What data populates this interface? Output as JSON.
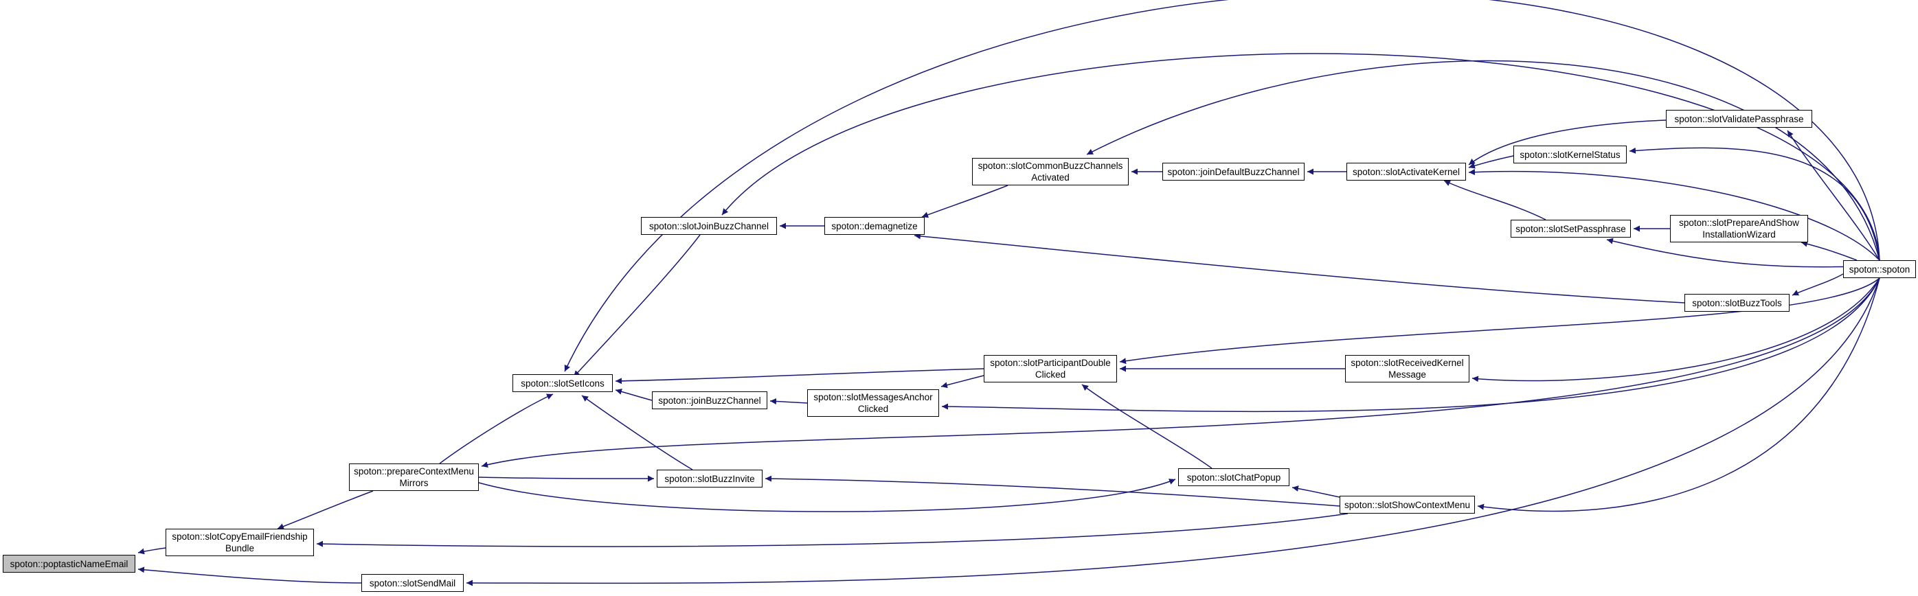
{
  "colors": {
    "edge": "#191970",
    "node_border": "#000000",
    "root_fill": "#bfbfbf",
    "node_fill": "#ffffff"
  },
  "nodes": [
    {
      "id": "n1",
      "label": "spoton::poptasticNameEmail",
      "root": true
    },
    {
      "id": "n2",
      "label": "spoton::slotCopyEmailFriendship\nBundle"
    },
    {
      "id": "n3",
      "label": "spoton::slotSendMail"
    },
    {
      "id": "n4",
      "label": "spoton::prepareContextMenu\nMirrors"
    },
    {
      "id": "n5",
      "label": "spoton::slotSetIcons"
    },
    {
      "id": "n6",
      "label": "spoton::slotBuzzInvite"
    },
    {
      "id": "n7",
      "label": "spoton::joinBuzzChannel"
    },
    {
      "id": "n8",
      "label": "spoton::slotJoinBuzzChannel"
    },
    {
      "id": "n9",
      "label": "spoton::demagnetize"
    },
    {
      "id": "n10",
      "label": "spoton::slotMessagesAnchor\nClicked"
    },
    {
      "id": "n11",
      "label": "spoton::slotCommonBuzzChannels\nActivated"
    },
    {
      "id": "n12",
      "label": "spoton::slotParticipantDouble\nClicked"
    },
    {
      "id": "n13",
      "label": "spoton::slotChatPopup"
    },
    {
      "id": "n14",
      "label": "spoton::joinDefaultBuzzChannel"
    },
    {
      "id": "n15",
      "label": "spoton::slotActivateKernel"
    },
    {
      "id": "n16",
      "label": "spoton::slotReceivedKernel\nMessage"
    },
    {
      "id": "n17",
      "label": "spoton::slotShowContextMenu"
    },
    {
      "id": "n18",
      "label": "spoton::slotValidatePassphrase"
    },
    {
      "id": "n19",
      "label": "spoton::slotKernelStatus"
    },
    {
      "id": "n20",
      "label": "spoton::slotSetPassphrase"
    },
    {
      "id": "n21",
      "label": "spoton::slotPrepareAndShow\nInstallationWizard"
    },
    {
      "id": "n22",
      "label": "spoton::slotBuzzTools"
    },
    {
      "id": "n23",
      "label": "spoton::spoton"
    }
  ],
  "edges": [
    {
      "from": "n2",
      "to": "n1"
    },
    {
      "from": "n3",
      "to": "n1"
    },
    {
      "from": "n4",
      "to": "n2"
    },
    {
      "from": "n17",
      "to": "n2"
    },
    {
      "from": "n23",
      "to": "n3"
    },
    {
      "from": "n4",
      "to": "n5"
    },
    {
      "from": "n6",
      "to": "n5"
    },
    {
      "from": "n8",
      "to": "n5"
    },
    {
      "from": "n7",
      "to": "n5"
    },
    {
      "from": "n12",
      "to": "n5"
    },
    {
      "from": "n23",
      "to": "n5"
    },
    {
      "from": "n4",
      "to": "n6"
    },
    {
      "from": "n17",
      "to": "n6"
    },
    {
      "from": "n10",
      "to": "n7"
    },
    {
      "from": "n9",
      "to": "n8"
    },
    {
      "from": "n23",
      "to": "n8"
    },
    {
      "from": "n11",
      "to": "n9"
    },
    {
      "from": "n22",
      "to": "n9"
    },
    {
      "from": "n12",
      "to": "n10"
    },
    {
      "from": "n23",
      "to": "n10"
    },
    {
      "from": "n14",
      "to": "n11"
    },
    {
      "from": "n23",
      "to": "n11"
    },
    {
      "from": "n16",
      "to": "n12"
    },
    {
      "from": "n13",
      "to": "n12"
    },
    {
      "from": "n23",
      "to": "n12"
    },
    {
      "from": "n4",
      "to": "n13"
    },
    {
      "from": "n17",
      "to": "n13"
    },
    {
      "from": "n15",
      "to": "n14"
    },
    {
      "from": "n18",
      "to": "n15"
    },
    {
      "from": "n19",
      "to": "n15"
    },
    {
      "from": "n20",
      "to": "n15"
    },
    {
      "from": "n23",
      "to": "n15"
    },
    {
      "from": "n23",
      "to": "n16"
    },
    {
      "from": "n23",
      "to": "n17"
    },
    {
      "from": "n23",
      "to": "n18"
    },
    {
      "from": "n23",
      "to": "n19"
    },
    {
      "from": "n21",
      "to": "n20"
    },
    {
      "from": "n23",
      "to": "n20"
    },
    {
      "from": "n23",
      "to": "n21"
    },
    {
      "from": "n23",
      "to": "n22"
    },
    {
      "from": "n23",
      "to": "n4"
    }
  ]
}
